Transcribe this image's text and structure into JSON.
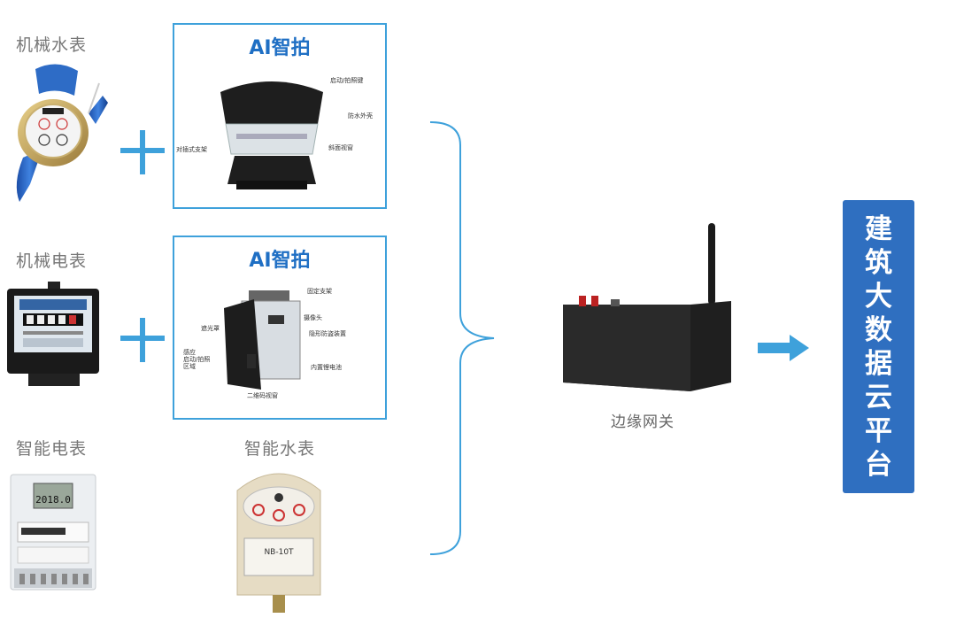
{
  "devices": {
    "mech_water": "机械水表",
    "mech_elec": "机械电表",
    "smart_elec": "智能电表",
    "smart_water": "智能水表"
  },
  "ai_box_1": {
    "title": "AI智拍",
    "callouts": [
      "启动/拍照键",
      "防水外壳",
      "斜面视窗",
      "对插式支架"
    ]
  },
  "ai_box_2": {
    "title": "AI智拍",
    "callouts": [
      "固定支架",
      "摄像头",
      "隐形防盗装置",
      "遮光罩",
      "感应\n启动/拍照\n区域",
      "内置锂电池",
      "二维码视窗"
    ]
  },
  "smart_elec_display": "2018.0",
  "smart_water_model": "NB-10T",
  "gateway_label": "边缘网关",
  "cloud_chars": [
    "建",
    "筑",
    "大",
    "数",
    "据",
    "云",
    "平",
    "台"
  ],
  "colors": {
    "accent": "#3ea1db",
    "cloud": "#2f6fc0"
  }
}
